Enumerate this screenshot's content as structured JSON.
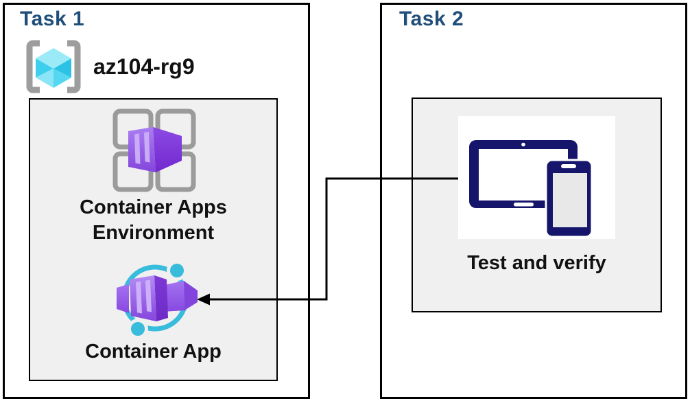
{
  "task1": {
    "title": "Task 1",
    "resource_group": {
      "name": "az104-rg9",
      "icon": "resource-group-icon"
    },
    "environment": {
      "label": "Container Apps Environment",
      "icon": "container-apps-environment-icon"
    },
    "container_app": {
      "label": "Container App",
      "icon": "container-app-icon"
    }
  },
  "task2": {
    "title": "Task 2",
    "test": {
      "label": "Test and verify",
      "icon": "devices-icon"
    }
  },
  "connector": {
    "from": "Test and verify",
    "to": "Container App",
    "type": "elbow-arrow-left"
  },
  "colors": {
    "task_title": "#1f4e79",
    "box_border": "#000000",
    "inner_box_bg": "#f0f0f0",
    "label_text": "#111111",
    "teal_circle": "#38bcdc",
    "purple_light": "#a97df2",
    "purple_dark": "#7228cf",
    "purple_stripe": "#c9abf8",
    "device_navy": "#15156b",
    "phone_screen_gray": "#e8e8e8",
    "bracket_gray": "#9d9d9d",
    "env_square_gray": "#9b9b9b",
    "cube_top": "#9beaf7",
    "cube_left": "#3ecfef",
    "cube_right": "#2cc2e6"
  }
}
